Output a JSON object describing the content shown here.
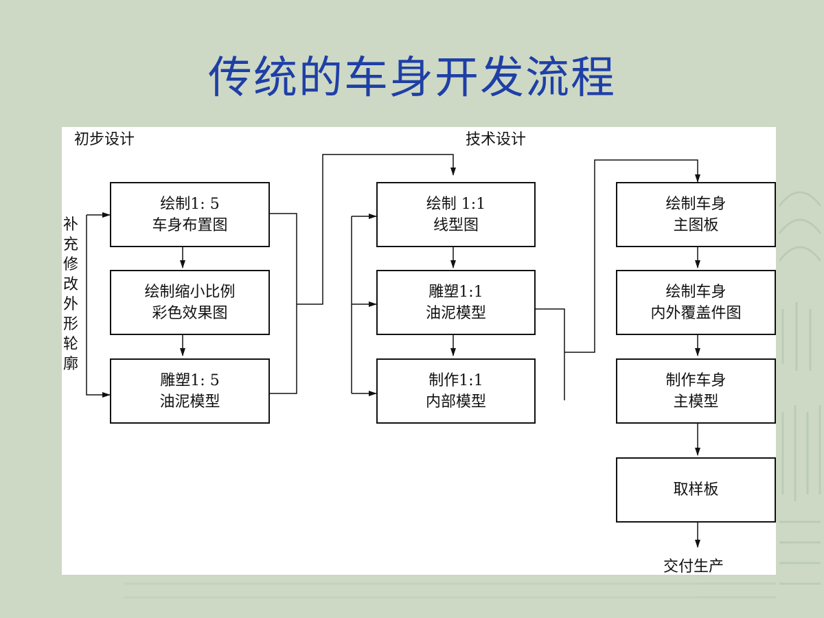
{
  "title": "传统的车身开发流程",
  "diagram": {
    "stage_preliminary": "初步设计",
    "stage_technical": "技术设计",
    "side_note": "补充修改外形轮廓",
    "final_output": "交付生产",
    "col1": {
      "box1": {
        "line1": "绘制1: 5",
        "line2": "车身布置图"
      },
      "box2": {
        "line1": "绘制缩小比例",
        "line2": "彩色效果图"
      },
      "box3": {
        "line1": "雕塑1: 5",
        "line2": "油泥模型"
      }
    },
    "col2": {
      "box1": {
        "line1": "绘制 1:1",
        "line2": "线型图"
      },
      "box2": {
        "line1": "雕塑1:1",
        "line2": "油泥模型"
      },
      "box3": {
        "line1": "制作1:1",
        "line2": "内部模型"
      }
    },
    "col3": {
      "box1": {
        "line1": "绘制车身",
        "line2": "主图板"
      },
      "box2": {
        "line1": "绘制车身",
        "line2": "内外覆盖件图"
      },
      "box3": {
        "line1": "制作车身",
        "line2": "主模型"
      },
      "box4": {
        "line1": "取样板"
      }
    }
  }
}
